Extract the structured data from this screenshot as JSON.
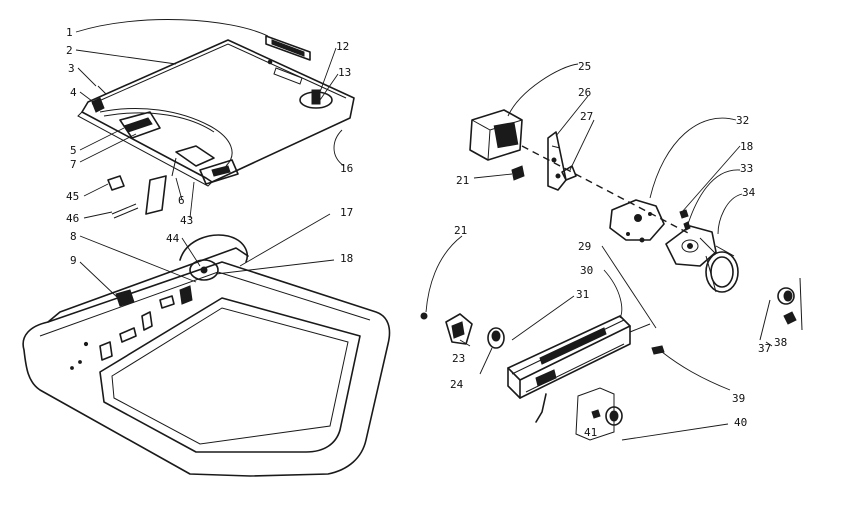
{
  "labels": {
    "c1": "1",
    "c2": "2",
    "c3": "3",
    "c4": "4",
    "c5": "5",
    "c6": "6",
    "c7": "7",
    "c8": "8",
    "c9": "9",
    "c12": "12",
    "c13": "13",
    "c16": "16",
    "c17": "17",
    "c18a": "18",
    "c18b": "18",
    "c21a": "21",
    "c21b": "21",
    "c23": "23",
    "c24": "24",
    "c25": "25",
    "c26": "26",
    "c27": "27",
    "c29": "29",
    "c30": "30",
    "c31": "31",
    "c32": "32",
    "c33": "33",
    "c34": "34",
    "c37": "37",
    "c38": "38",
    "c39": "39",
    "c40": "40",
    "c41": "41",
    "c43": "43",
    "c44": "44",
    "c45": "45",
    "c46": "46"
  }
}
